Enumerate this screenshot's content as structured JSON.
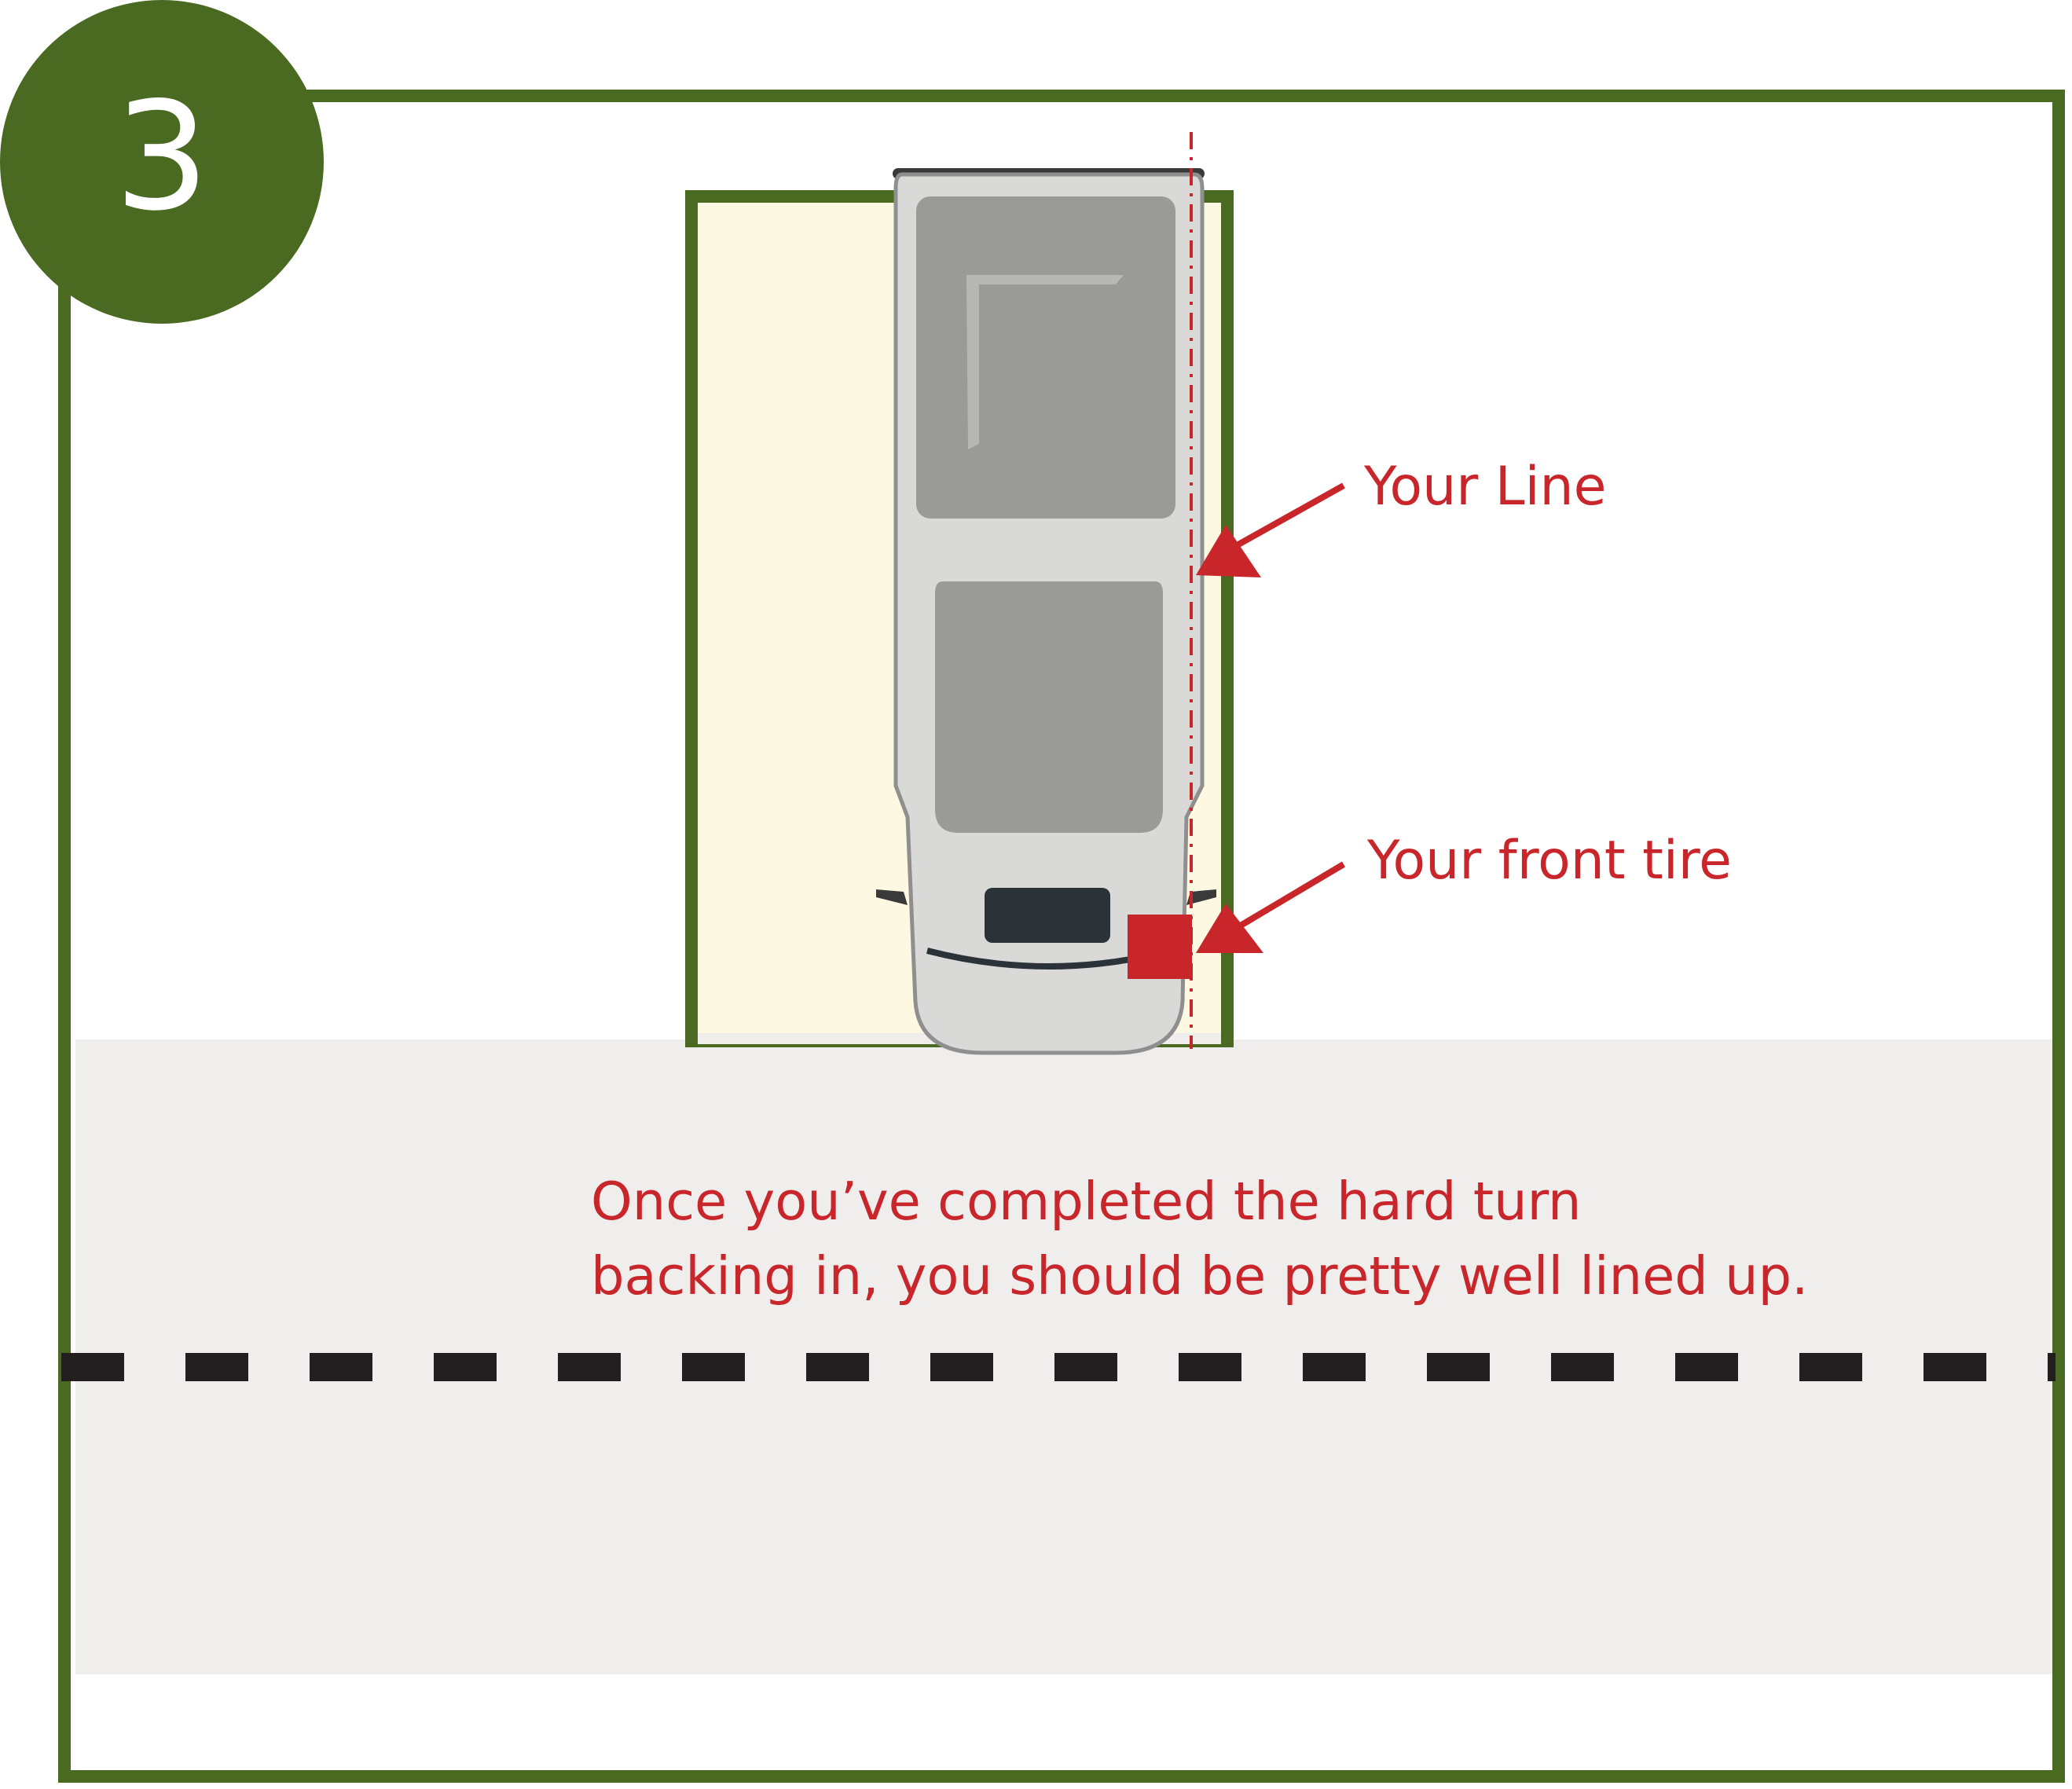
{
  "step": {
    "number": "3"
  },
  "labels": {
    "your_line": "Your Line",
    "front_tire": "Your front tire"
  },
  "caption": {
    "line1": "Once you’ve completed the hard turn",
    "line2": "backing in, you should be pretty well lined up."
  },
  "colors": {
    "frame_green": "#4a6a22",
    "annotation_red": "#c8262b",
    "road_gray": "#efeeed",
    "parking_pad": "#fdf8e1",
    "dash_black": "#231f20",
    "rv_body": "#d9d9d8",
    "rv_roof": "#9a9b99"
  },
  "icons": [
    "rv-icon",
    "arrow-icon",
    "tire-marker-icon"
  ]
}
